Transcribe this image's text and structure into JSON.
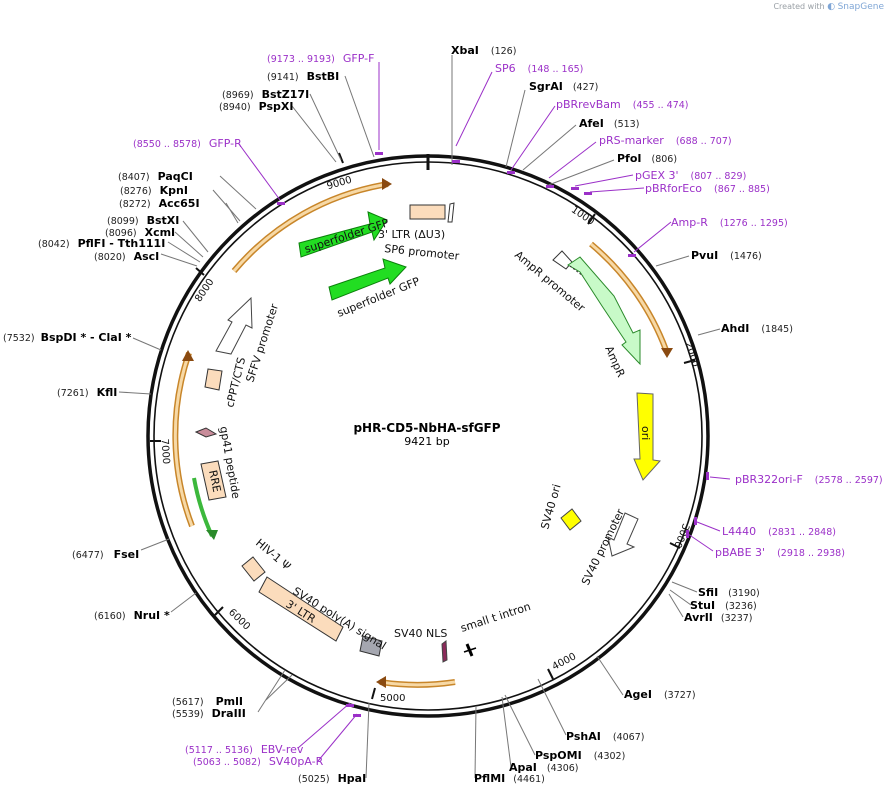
{
  "credit": {
    "prefix": "Created with",
    "brand": "SnapGene"
  },
  "plasmid": {
    "name": "pHR-CD5-NbHA-sfGFP",
    "size_label": "9421 bp",
    "length": 9421
  },
  "ticks": [
    "1000",
    "2000",
    "3000",
    "4000",
    "5000",
    "6000",
    "7000",
    "8000",
    "9000"
  ],
  "enzymes": [
    {
      "name": "XbaI",
      "pos": "(126)"
    },
    {
      "name": "SgrAI",
      "pos": "(427)"
    },
    {
      "name": "AfeI",
      "pos": "(513)"
    },
    {
      "name": "PfoI",
      "pos": "(806)"
    },
    {
      "name": "PvuI",
      "pos": "(1476)"
    },
    {
      "name": "AhdI",
      "pos": "(1845)"
    },
    {
      "name": "SfiI",
      "pos": "(3190)"
    },
    {
      "name": "StuI",
      "pos": "(3236)"
    },
    {
      "name": "AvrII",
      "pos": "(3237)"
    },
    {
      "name": "AgeI",
      "pos": "(3727)"
    },
    {
      "name": "PshAI",
      "pos": "(4067)"
    },
    {
      "name": "PspOMI",
      "pos": "(4302)"
    },
    {
      "name": "ApaI",
      "pos": "(4306)"
    },
    {
      "name": "PflMI",
      "pos": "(4461)"
    },
    {
      "name": "HpaI",
      "pos": "(5025)"
    },
    {
      "name": "DraIII",
      "pos": "(5539)"
    },
    {
      "name": "PmlI",
      "pos": "(5617)"
    },
    {
      "name": "NruI *",
      "pos": "(6160)"
    },
    {
      "name": "FseI",
      "pos": "(6477)"
    },
    {
      "name": "KflI",
      "pos": "(7261)"
    },
    {
      "name": "BspDI * - ClaI *",
      "pos": "(7532)"
    },
    {
      "name": "AscI",
      "pos": "(8020)"
    },
    {
      "name": "PflFI - Tth111I",
      "pos": "(8042)"
    },
    {
      "name": "XcmI",
      "pos": "(8096)"
    },
    {
      "name": "BstXI",
      "pos": "(8099)"
    },
    {
      "name": "Acc65I",
      "pos": "(8272)"
    },
    {
      "name": "KpnI",
      "pos": "(8276)"
    },
    {
      "name": "PaqCI",
      "pos": "(8407)"
    },
    {
      "name": "PspXI",
      "pos": "(8940)"
    },
    {
      "name": "BstZ17I",
      "pos": "(8969)"
    },
    {
      "name": "BstBI",
      "pos": "(9141)"
    }
  ],
  "primers": [
    {
      "name": "GFP-F",
      "pos": "(9173 .. 9193)"
    },
    {
      "name": "SP6",
      "pos": "(148 .. 165)"
    },
    {
      "name": "pBRrevBam",
      "pos": "(455 .. 474)"
    },
    {
      "name": "pRS-marker",
      "pos": "(688 .. 707)"
    },
    {
      "name": "pGEX 3'",
      "pos": "(807 .. 829)"
    },
    {
      "name": "pBRforEco",
      "pos": "(867 .. 885)"
    },
    {
      "name": "Amp-R",
      "pos": "(1276 .. 1295)"
    },
    {
      "name": "pBR322ori-F",
      "pos": "(2578 .. 2597)"
    },
    {
      "name": "L4440",
      "pos": "(2831 .. 2848)"
    },
    {
      "name": "pBABE 3'",
      "pos": "(2918 .. 2938)"
    },
    {
      "name": "EBV-rev",
      "pos": "(5117 .. 5136)"
    },
    {
      "name": "SV40pA-R",
      "pos": "(5063 .. 5082)"
    },
    {
      "name": "GFP-R",
      "pos": "(8550 .. 8578)"
    }
  ],
  "features": [
    {
      "name": "superfolder GFP",
      "color": "#22dd22"
    },
    {
      "name": "superfolder GFP",
      "color": "#22dd22"
    },
    {
      "name": "3' LTR (ΔU3)",
      "color": "#fbdcbc"
    },
    {
      "name": "SP6 promoter",
      "color": "#ffffff"
    },
    {
      "name": "AmpR promoter",
      "color": "#ffffff"
    },
    {
      "name": "AmpR",
      "color": "#c8fac8"
    },
    {
      "name": "ori",
      "color": "#ffff00"
    },
    {
      "name": "SV40 ori",
      "color": "#ffff00"
    },
    {
      "name": "SV40 promoter",
      "color": "#ffffff"
    },
    {
      "name": "small t intron",
      "color": "#000000"
    },
    {
      "name": "SV40 NLS",
      "color": "#8b2a5a"
    },
    {
      "name": "SV40 poly(A) signal",
      "color": "#a5a7b0"
    },
    {
      "name": "3' LTR",
      "color": "#fbdcbc"
    },
    {
      "name": "HIV-1 Ψ",
      "color": "#fbdcbc"
    },
    {
      "name": "RRE",
      "color": "#fbdcbc"
    },
    {
      "name": "gp41 peptide",
      "color": "#c88c9a"
    },
    {
      "name": "cPPT/CTS",
      "color": "#fbdcbc"
    },
    {
      "name": "SFFV promoter",
      "color": "#ffffff"
    }
  ],
  "colors": {
    "backbone": "#111111",
    "primer": "#9b30c8",
    "orf_outline": "#c8862a",
    "orf_fill": "#f7d9a6",
    "green_orf": "#3cb83c"
  }
}
